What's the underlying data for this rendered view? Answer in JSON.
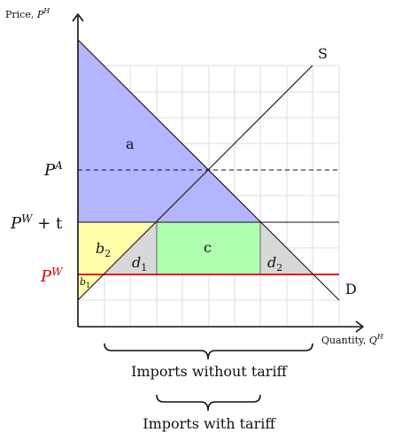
{
  "axes": {
    "y_label_prefix": "Price, ",
    "y_label_var": "P",
    "y_label_sup": "H",
    "x_label_prefix": "Quantity, ",
    "x_label_var": "Q",
    "x_label_sup": "H"
  },
  "curves": {
    "supply": "S",
    "demand": "D"
  },
  "price_levels": {
    "autarky": {
      "base": "P",
      "sup": "A"
    },
    "tariff": {
      "base": "P",
      "sup": "W",
      "suffix": " + t"
    },
    "world": {
      "base": "P",
      "sup": "W"
    }
  },
  "regions": {
    "a": "a",
    "b1": {
      "base": "b",
      "sub": "1"
    },
    "b2": {
      "base": "b",
      "sub": "2"
    },
    "c": "c",
    "d1": {
      "base": "d",
      "sub": "1"
    },
    "d2": {
      "base": "d",
      "sub": "2"
    }
  },
  "braces": {
    "without_tariff": "Imports without tariff",
    "with_tariff": "Imports with tariff"
  },
  "colors": {
    "consumer_surplus": "#b0b0ff",
    "producer_surplus_gain": "#ffffaa",
    "revenue": "#b0ffb0",
    "deadweight": "#d8d8d8",
    "world_price_line": "#e00000",
    "grid": "#dddddd"
  }
}
